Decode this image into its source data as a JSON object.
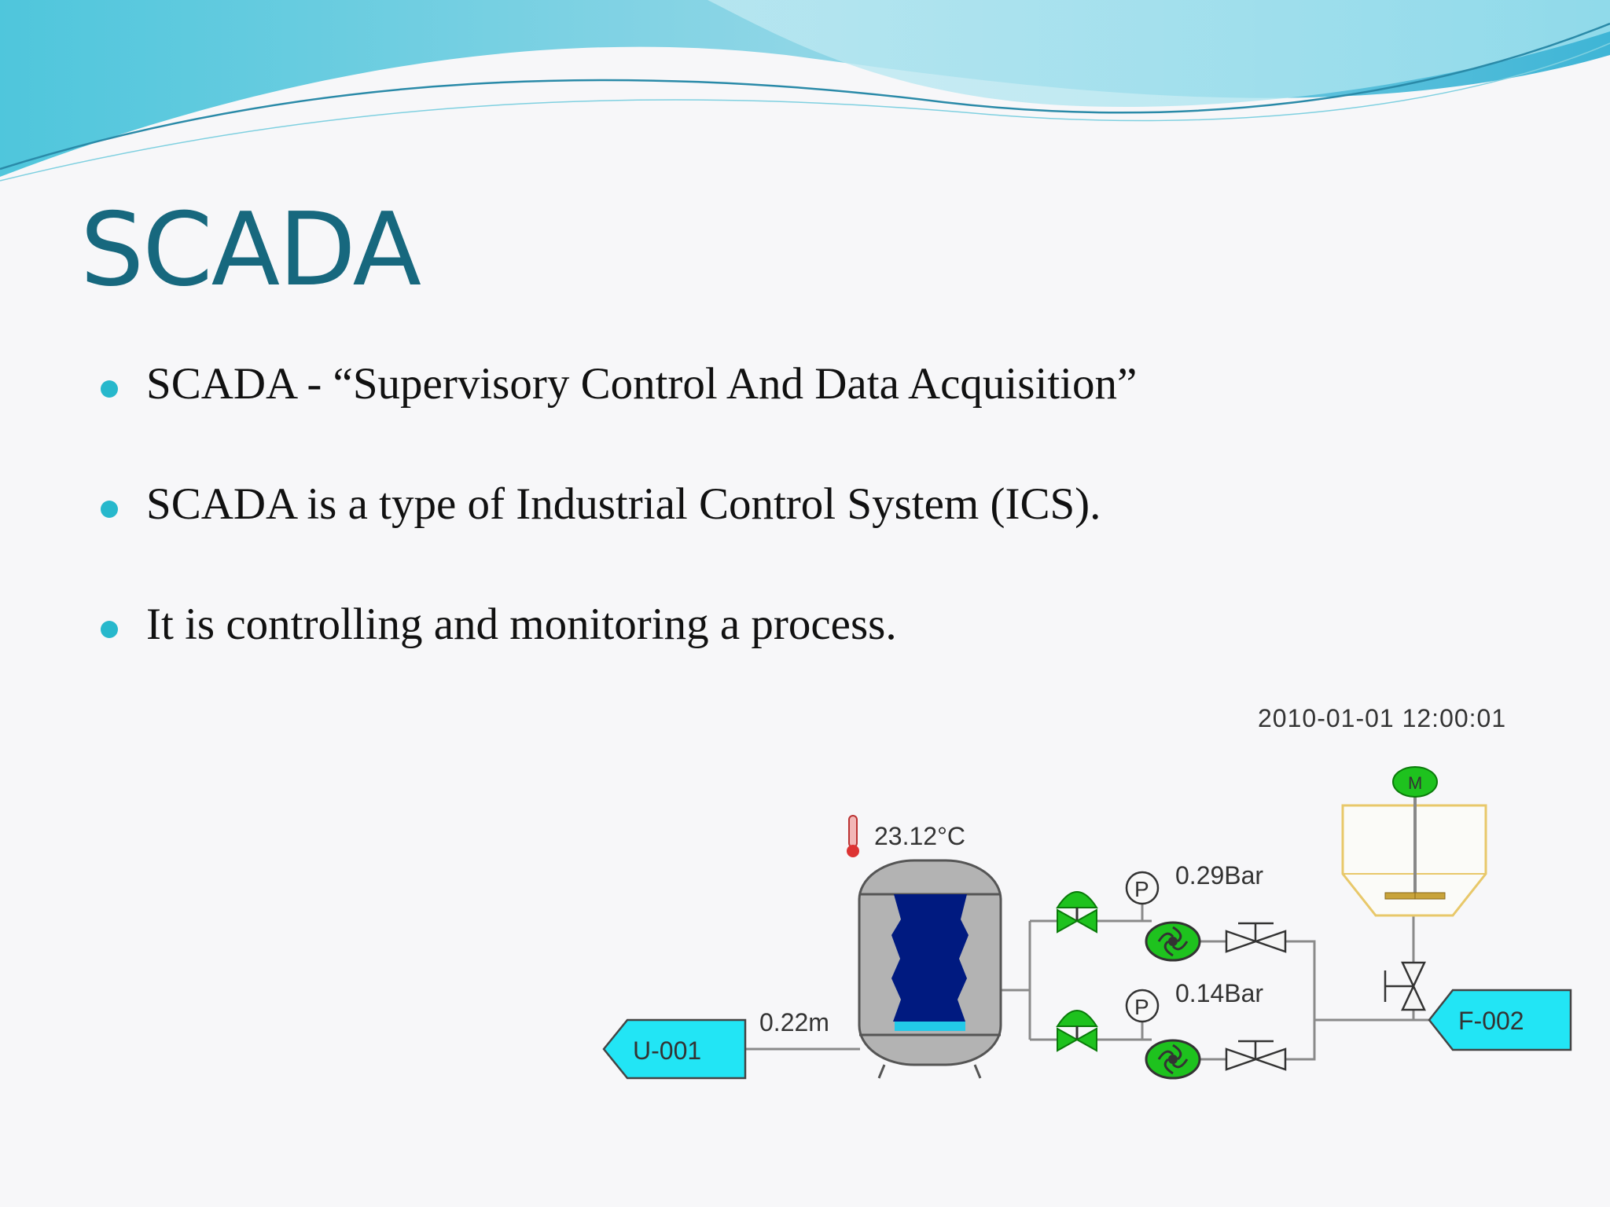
{
  "slide": {
    "title": "SCADA",
    "bullets": [
      "SCADA  - “Supervisory Control And Data Acquisition”",
      "SCADA is a type of  Industrial Control System (ICS).",
      "It is controlling and monitoring a process."
    ]
  },
  "diagram": {
    "timestamp": "2010-01-01 12:00:01",
    "temperature": "23.12°C",
    "level": "0.22m",
    "pressure_top": "0.29Bar",
    "pressure_bottom": "0.14Bar",
    "pressure_symbol": "P",
    "motor_symbol": "M",
    "source_tag": "U-001",
    "destination_tag": "F-002"
  },
  "colors": {
    "title": "#17687e",
    "bullet": "#27b8cc",
    "tag_fill": "#22e5f5",
    "valve_green": "#1ec21e",
    "tank_gray": "#b3b3b3",
    "tank_fill": "#001a80",
    "mixer_outline": "#e8c86a"
  }
}
